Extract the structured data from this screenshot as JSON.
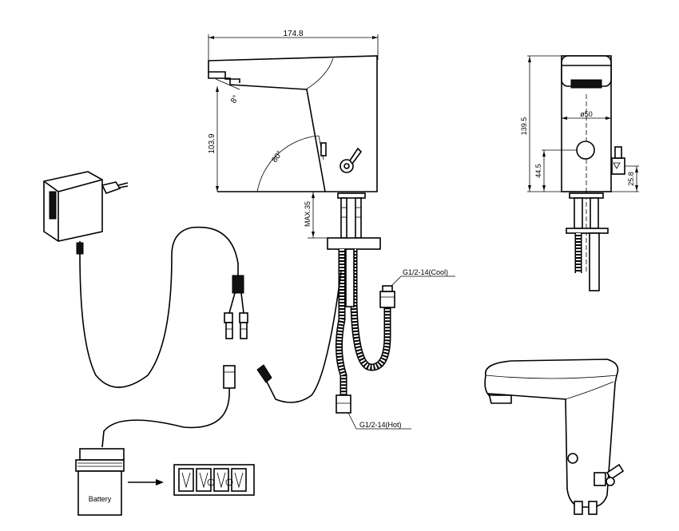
{
  "dimensions": {
    "width_top": "174.8",
    "height_body": "103.9",
    "height_total": "139.5",
    "height_sensor": "44.5",
    "height_lever": "25.8",
    "diameter": "ø50",
    "max_deck": "MAX.35",
    "angle_spout": "8°",
    "angle_sensor": "80°"
  },
  "labels": {
    "cool_inlet": "G1/2-14(Cool)",
    "hot_inlet": "G1/2-14(Hot)",
    "battery": "Battery"
  }
}
